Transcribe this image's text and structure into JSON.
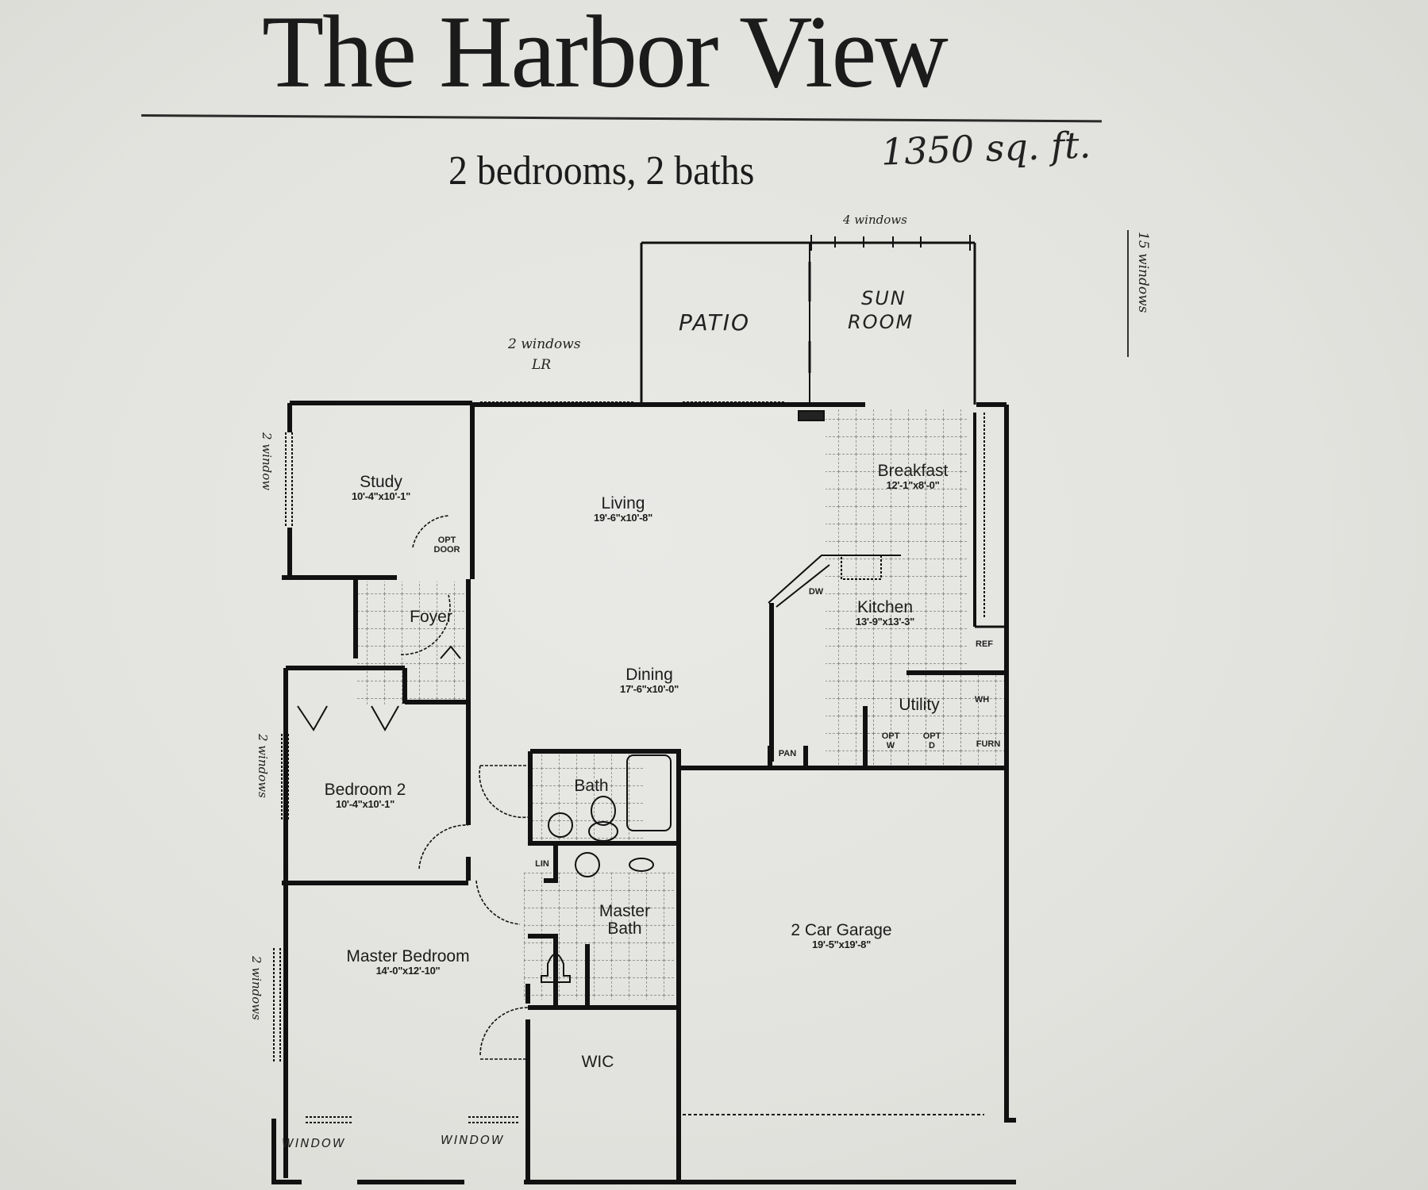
{
  "document": {
    "title": "The Harbor View",
    "subtitle": "2 bedrooms, 2 baths",
    "handwritten_area": "1350 sq. ft."
  },
  "handwritten_notes": {
    "sun_room_windows": "4 windows",
    "living_windows_line1": "2 windows",
    "living_windows_line2": "LR",
    "right_margin": "15 windows",
    "study_windows": "2 window",
    "bedroom2_windows": "2 windows",
    "master_side_windows": "2 windows",
    "master_bottom_left": "WINDOW",
    "master_bottom_right": "WINDOW",
    "patio": "PATIO",
    "sun_room_line1": "SUN",
    "sun_room_line2": "ROOM"
  },
  "rooms": [
    {
      "name": "Study",
      "dimensions": "10'-4\"x10'-1\""
    },
    {
      "name": "Living",
      "dimensions": "19'-6\"x10'-8\""
    },
    {
      "name": "Dining",
      "dimensions": "17'-6\"x10'-0\""
    },
    {
      "name": "Breakfast",
      "dimensions": "12'-1\"x8'-0\""
    },
    {
      "name": "Kitchen",
      "dimensions": "13'-9\"x13'-3\""
    },
    {
      "name": "Foyer",
      "dimensions": ""
    },
    {
      "name": "Bedroom 2",
      "dimensions": "10'-4\"x10'-1\""
    },
    {
      "name": "Bath",
      "dimensions": ""
    },
    {
      "name": "Master Bath",
      "dimensions": ""
    },
    {
      "name": "Master Bedroom",
      "dimensions": "14'-0\"x12'-10\""
    },
    {
      "name": "WIC",
      "dimensions": ""
    },
    {
      "name": "2 Car Garage",
      "dimensions": "19'-5\"x19'-8\""
    },
    {
      "name": "Utility",
      "dimensions": ""
    }
  ],
  "fixtures": {
    "opt_door": "OPT DOOR",
    "dw": "DW",
    "ref": "REF",
    "wh": "WH",
    "furn": "FURN",
    "opt_w": "OPT W",
    "opt_d": "OPT D",
    "pan": "PAN",
    "lin": "LIN"
  }
}
